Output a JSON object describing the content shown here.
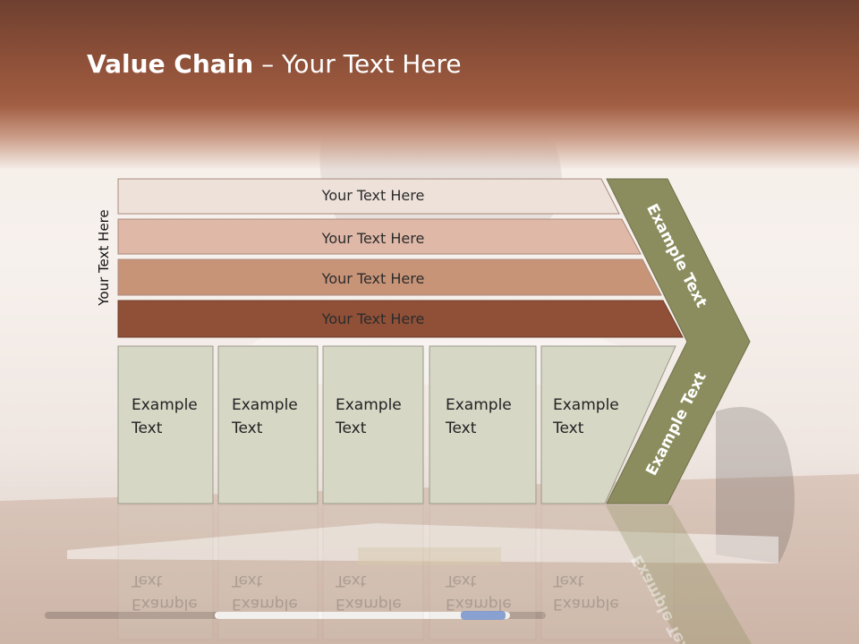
{
  "slide": {
    "title_bold": "Value Chain",
    "title_rest": " – Your Text Here",
    "vertical_label": "Your Text Here"
  },
  "rows": [
    {
      "label": "Your Text Here",
      "color": "#ede1da"
    },
    {
      "label": "Your Text Here",
      "color": "#dfb8a7"
    },
    {
      "label": "Your Text Here",
      "color": "#c89478"
    },
    {
      "label": "Your Text Here",
      "color": "#8f5037"
    }
  ],
  "boxes": [
    {
      "line1": "Example",
      "line2": "Text"
    },
    {
      "line1": "Example",
      "line2": "Text"
    },
    {
      "line1": "Example",
      "line2": "Text"
    },
    {
      "line1": "Example",
      "line2": "Text"
    },
    {
      "line1": "Example",
      "line2": "Text"
    }
  ],
  "chevron": {
    "upper_label": "Example Text",
    "lower_label": "Example Text",
    "color": "#8c8d5e"
  },
  "colors": {
    "box_fill": "#d6d7c5",
    "box_border": "#9a9a8a",
    "header_brown": "#8d5038"
  }
}
